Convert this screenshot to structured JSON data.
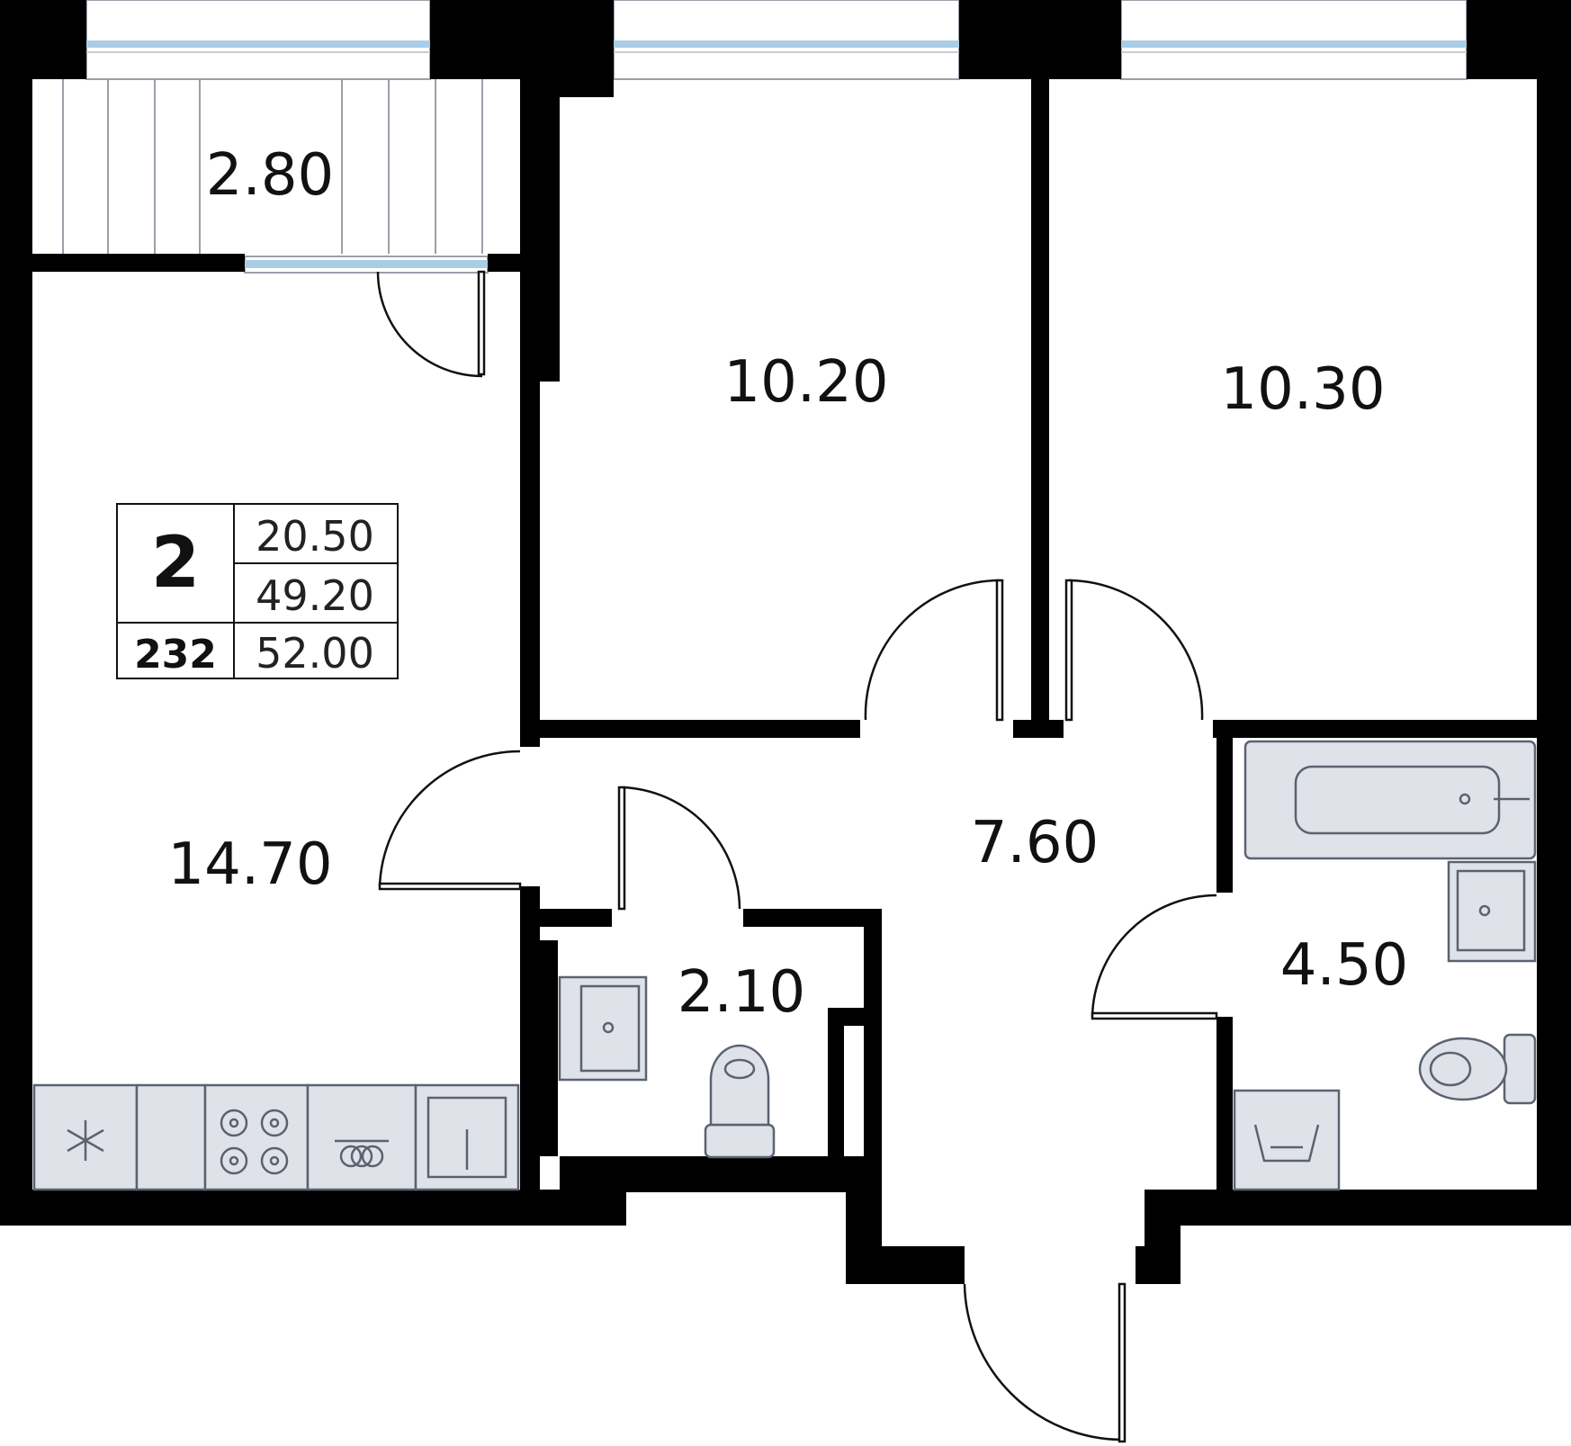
{
  "apartment": {
    "rooms_count": "2",
    "number": "232",
    "living_area": "20.50",
    "net_area": "49.20",
    "total_area": "52.00"
  },
  "rooms": {
    "balcony": "2.80",
    "bedroom_left": "10.20",
    "bedroom_right": "10.30",
    "kitchen_living": "14.70",
    "hallway": "7.60",
    "toilet": "2.10",
    "bathroom": "4.50"
  },
  "colors": {
    "wall": "#000000",
    "fixture_fill": "#dfe2e8",
    "fixture_stroke": "#5b6270",
    "window_glass": "#a9cde6"
  }
}
